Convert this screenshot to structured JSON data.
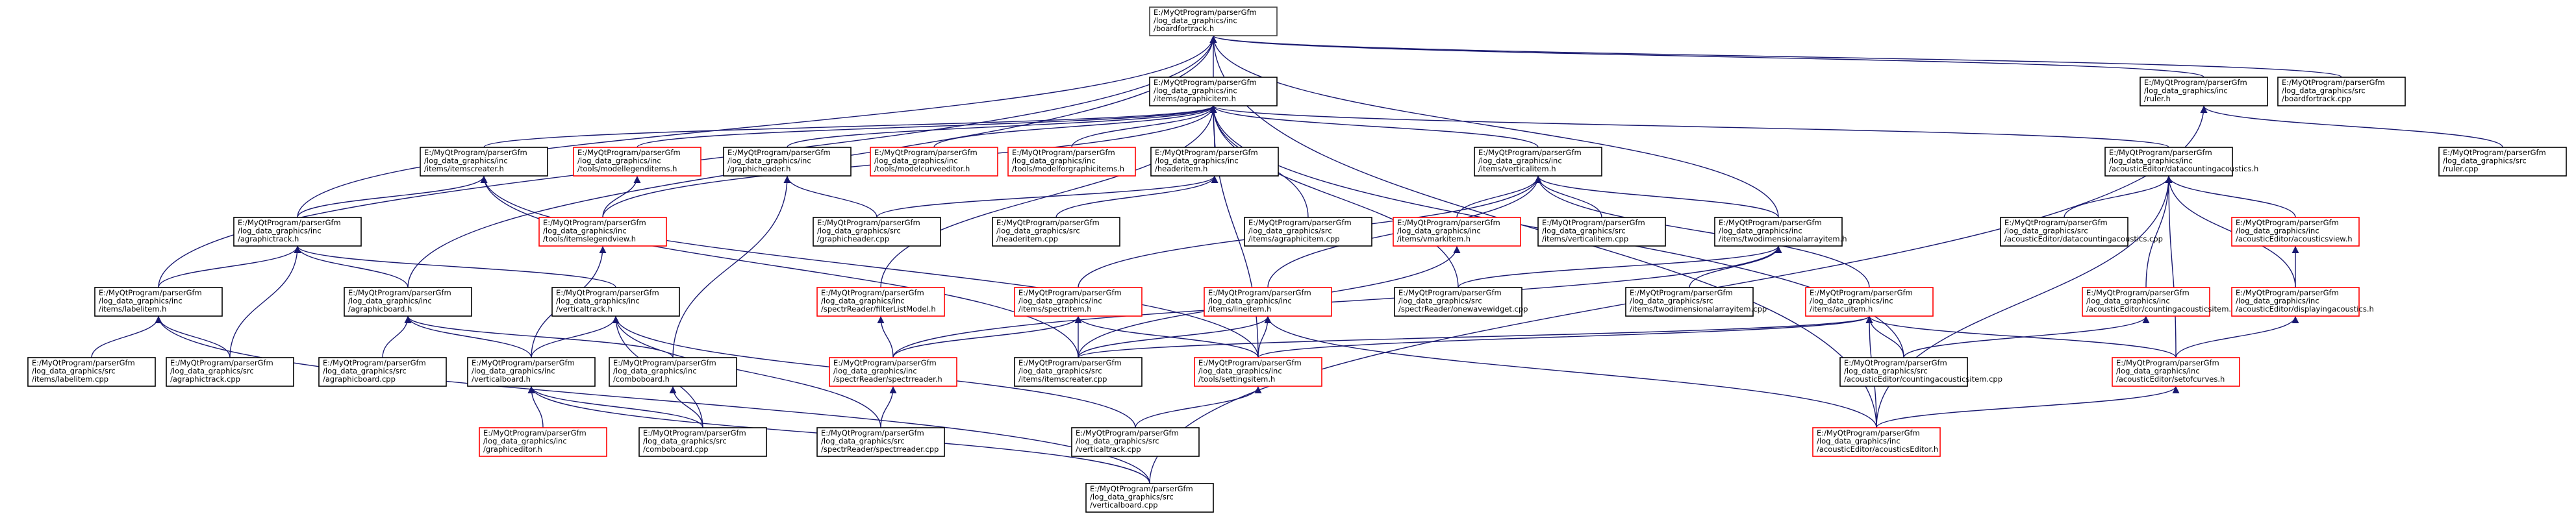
{
  "diagram": {
    "title": "",
    "colors": {
      "root_fill": "#bfbfbf",
      "root_border": "#404040",
      "ok_border": "#000000",
      "incomplete_border": "#ff0000",
      "edge": "#191970"
    },
    "nodes": {
      "board": {
        "lines": [
          "E:/MyQtProgram/parserGfm",
          "/log_data_graphics/inc",
          "/boardfortrack.h"
        ],
        "style": "root"
      },
      "agraphicitem": {
        "lines": [
          "E:/MyQtProgram/parserGfm",
          "/log_data_graphics/inc",
          "/items/agraphicitem.h"
        ],
        "style": "ok"
      },
      "ruler_h": {
        "lines": [
          "E:/MyQtProgram/parserGfm",
          "/log_data_graphics/inc",
          "/ruler.h"
        ],
        "style": "ok"
      },
      "boardfortrack_cpp": {
        "lines": [
          "E:/MyQtProgram/parserGfm",
          "/log_data_graphics/src",
          "/boardfortrack.cpp"
        ],
        "style": "ok"
      },
      "ruler_cpp": {
        "lines": [
          "E:/MyQtProgram/parserGfm",
          "/log_data_graphics/src",
          "/ruler.cpp"
        ],
        "style": "ok"
      },
      "itemscreater_h": {
        "lines": [
          "E:/MyQtProgram/parserGfm",
          "/log_data_graphics/inc",
          "/items/itemscreater.h"
        ],
        "style": "ok"
      },
      "modellegenditems": {
        "lines": [
          "E:/MyQtProgram/parserGfm",
          "/log_data_graphics/inc",
          "/tools/modellegenditems.h"
        ],
        "style": "incomplete"
      },
      "graphicheader_h": {
        "lines": [
          "E:/MyQtProgram/parserGfm",
          "/log_data_graphics/inc",
          "/graphicheader.h"
        ],
        "style": "ok"
      },
      "modelcurveeditor": {
        "lines": [
          "E:/MyQtProgram/parserGfm",
          "/log_data_graphics/inc",
          "/tools/modelcurveeditor.h"
        ],
        "style": "incomplete"
      },
      "modelforgraphicitems": {
        "lines": [
          "E:/MyQtProgram/parserGfm",
          "/log_data_graphics/inc",
          "/tools/modelforgraphicitems.h"
        ],
        "style": "incomplete"
      },
      "headeritem_h": {
        "lines": [
          "E:/MyQtProgram/parserGfm",
          "/log_data_graphics/inc",
          "/headeritem.h"
        ],
        "style": "ok"
      },
      "verticalitem_h": {
        "lines": [
          "E:/MyQtProgram/parserGfm",
          "/log_data_graphics/inc",
          "/items/verticalitem.h"
        ],
        "style": "ok"
      },
      "datacountingacoustics_h": {
        "lines": [
          "E:/MyQtProgram/parserGfm",
          "/log_data_graphics/inc",
          "/acousticEditor/datacountingacoustics.h"
        ],
        "style": "ok"
      },
      "agraphictrack_h": {
        "lines": [
          "E:/MyQtProgram/parserGfm",
          "/log_data_graphics/inc",
          "/agraphictrack.h"
        ],
        "style": "ok"
      },
      "itemslegendview_h": {
        "lines": [
          "E:/MyQtProgram/parserGfm",
          "/log_data_graphics/inc",
          "/tools/itemslegendview.h"
        ],
        "style": "incomplete"
      },
      "graphicheader_cpp": {
        "lines": [
          "E:/MyQtProgram/parserGfm",
          "/log_data_graphics/src",
          "/graphicheader.cpp"
        ],
        "style": "ok"
      },
      "headeritem_cpp": {
        "lines": [
          "E:/MyQtProgram/parserGfm",
          "/log_data_graphics/src",
          "/headeritem.cpp"
        ],
        "style": "ok"
      },
      "agraphicitem_cpp": {
        "lines": [
          "E:/MyQtProgram/parserGfm",
          "/log_data_graphics/src",
          "/items/agraphicitem.cpp"
        ],
        "style": "ok"
      },
      "vmarkitem_h": {
        "lines": [
          "E:/MyQtProgram/parserGfm",
          "/log_data_graphics/inc",
          "/items/vmarkitem.h"
        ],
        "style": "incomplete"
      },
      "verticalitem_cpp": {
        "lines": [
          "E:/MyQtProgram/parserGfm",
          "/log_data_graphics/src",
          "/items/verticalitem.cpp"
        ],
        "style": "ok"
      },
      "twodimensionalarrayitem_h": {
        "lines": [
          "E:/MyQtProgram/parserGfm",
          "/log_data_graphics/inc",
          "/items/twodimensionalarrayitem.h"
        ],
        "style": "ok"
      },
      "datacountingacoustics_cpp": {
        "lines": [
          "E:/MyQtProgram/parserGfm",
          "/log_data_graphics/src",
          "/acousticEditor/datacountingacoustics.cpp"
        ],
        "style": "ok"
      },
      "acousticsview_h": {
        "lines": [
          "E:/MyQtProgram/parserGfm",
          "/log_data_graphics/inc",
          "/acousticEditor/acousticsview.h"
        ],
        "style": "incomplete"
      },
      "labelitem_h": {
        "lines": [
          "E:/MyQtProgram/parserGfm",
          "/log_data_graphics/inc",
          "/items/labelitem.h"
        ],
        "style": "ok"
      },
      "agraphicboard_h": {
        "lines": [
          "E:/MyQtProgram/parserGfm",
          "/log_data_graphics/inc",
          "/agraphicboard.h"
        ],
        "style": "ok"
      },
      "verticaltrack_h": {
        "lines": [
          "E:/MyQtProgram/parserGfm",
          "/log_data_graphics/inc",
          "/verticaltrack.h"
        ],
        "style": "ok"
      },
      "filterlistmodel_h": {
        "lines": [
          "E:/MyQtProgram/parserGfm",
          "/log_data_graphics/inc",
          "/spectrReader/filterListModel.h"
        ],
        "style": "incomplete"
      },
      "spectritem_h": {
        "lines": [
          "E:/MyQtProgram/parserGfm",
          "/log_data_graphics/inc",
          "/items/spectritem.h"
        ],
        "style": "incomplete"
      },
      "lineitem_h": {
        "lines": [
          "E:/MyQtProgram/parserGfm",
          "/log_data_graphics/inc",
          "/items/lineitem.h"
        ],
        "style": "incomplete"
      },
      "onewavewidget_cpp": {
        "lines": [
          "E:/MyQtProgram/parserGfm",
          "/log_data_graphics/src",
          "/spectrReader/onewavewidget.cpp"
        ],
        "style": "ok"
      },
      "twodimensionalarrayitem_cpp": {
        "lines": [
          "E:/MyQtProgram/parserGfm",
          "/log_data_graphics/src",
          "/items/twodimensionalarrayitem.cpp"
        ],
        "style": "ok"
      },
      "acuitem_h": {
        "lines": [
          "E:/MyQtProgram/parserGfm",
          "/log_data_graphics/inc",
          "/items/acuitem.h"
        ],
        "style": "incomplete"
      },
      "countingacousticsitem_h": {
        "lines": [
          "E:/MyQtProgram/parserGfm",
          "/log_data_graphics/inc",
          "/acousticEditor/countingacousticsitem.h"
        ],
        "style": "incomplete"
      },
      "displayingacoustics_h": {
        "lines": [
          "E:/MyQtProgram/parserGfm",
          "/log_data_graphics/inc",
          "/acousticEditor/displayingacoustics.h"
        ],
        "style": "incomplete"
      },
      "labelitem_cpp": {
        "lines": [
          "E:/MyQtProgram/parserGfm",
          "/log_data_graphics/src",
          "/items/labelitem.cpp"
        ],
        "style": "ok"
      },
      "agraphictrack_cpp": {
        "lines": [
          "E:/MyQtProgram/parserGfm",
          "/log_data_graphics/src",
          "/agraphictrack.cpp"
        ],
        "style": "ok"
      },
      "agraphicboard_cpp": {
        "lines": [
          "E:/MyQtProgram/parserGfm",
          "/log_data_graphics/src",
          "/agraphicboard.cpp"
        ],
        "style": "ok"
      },
      "verticalboard_h": {
        "lines": [
          "E:/MyQtProgram/parserGfm",
          "/log_data_graphics/inc",
          "/verticalboard.h"
        ],
        "style": "ok"
      },
      "comboboard_h": {
        "lines": [
          "E:/MyQtProgram/parserGfm",
          "/log_data_graphics/inc",
          "/comboboard.h"
        ],
        "style": "ok"
      },
      "spectrreader_h": {
        "lines": [
          "E:/MyQtProgram/parserGfm",
          "/log_data_graphics/inc",
          "/spectrReader/spectrreader.h"
        ],
        "style": "incomplete"
      },
      "itemscreater_cpp": {
        "lines": [
          "E:/MyQtProgram/parserGfm",
          "/log_data_graphics/src",
          "/items/itemscreater.cpp"
        ],
        "style": "ok"
      },
      "settingsitem_h": {
        "lines": [
          "E:/MyQtProgram/parserGfm",
          "/log_data_graphics/inc",
          "/tools/settingsitem.h"
        ],
        "style": "incomplete"
      },
      "countingacousticsitem_cpp": {
        "lines": [
          "E:/MyQtProgram/parserGfm",
          "/log_data_graphics/src",
          "/acousticEditor/countingacousticsitem.cpp"
        ],
        "style": "ok"
      },
      "setofcurves_h": {
        "lines": [
          "E:/MyQtProgram/parserGfm",
          "/log_data_graphics/inc",
          "/acousticEditor/setofcurves.h"
        ],
        "style": "incomplete"
      },
      "graphiceditor_h": {
        "lines": [
          "E:/MyQtProgram/parserGfm",
          "/log_data_graphics/inc",
          "/graphiceditor.h"
        ],
        "style": "incomplete"
      },
      "comboboard_cpp": {
        "lines": [
          "E:/MyQtProgram/parserGfm",
          "/log_data_graphics/src",
          "/comboboard.cpp"
        ],
        "style": "ok"
      },
      "spectrreader_cpp": {
        "lines": [
          "E:/MyQtProgram/parserGfm",
          "/log_data_graphics/src",
          "/spectrReader/spectrreader.cpp"
        ],
        "style": "ok"
      },
      "verticaltrack_cpp": {
        "lines": [
          "E:/MyQtProgram/parserGfm",
          "/log_data_graphics/src",
          "/verticaltrack.cpp"
        ],
        "style": "ok"
      },
      "acousticseditor_h": {
        "lines": [
          "E:/MyQtProgram/parserGfm",
          "/log_data_graphics/inc",
          "/acousticEditor/acousticsEditor.h"
        ],
        "style": "incomplete"
      },
      "verticalboard_cpp": {
        "lines": [
          "E:/MyQtProgram/parserGfm",
          "/log_data_graphics/src",
          "/verticalboard.cpp"
        ],
        "style": "ok"
      }
    },
    "edges": [
      [
        "agraphicitem",
        "board"
      ],
      [
        "ruler_h",
        "board"
      ],
      [
        "boardfortrack_cpp",
        "board"
      ],
      [
        "agraphictrack_h",
        "board"
      ],
      [
        "labelitem_h",
        "board"
      ],
      [
        "agraphicboard_h",
        "board"
      ],
      [
        "twodimensionalarrayitem_h",
        "board"
      ],
      [
        "acousticseditor_h",
        "board"
      ],
      [
        "ruler_cpp",
        "ruler_h"
      ],
      [
        "verticalboard_cpp",
        "ruler_h"
      ],
      [
        "itemscreater_h",
        "agraphicitem"
      ],
      [
        "modellegenditems",
        "agraphicitem"
      ],
      [
        "graphicheader_h",
        "agraphicitem"
      ],
      [
        "modelcurveeditor",
        "agraphicitem"
      ],
      [
        "modelforgraphicitems",
        "agraphicitem"
      ],
      [
        "headeritem_h",
        "agraphicitem"
      ],
      [
        "verticalitem_h",
        "agraphicitem"
      ],
      [
        "datacountingacoustics_h",
        "agraphicitem"
      ],
      [
        "itemslegendview_h",
        "agraphicitem"
      ],
      [
        "agraphicitem_cpp",
        "agraphicitem"
      ],
      [
        "filterlistmodel_h",
        "agraphicitem"
      ],
      [
        "settingsitem_h",
        "agraphicitem"
      ],
      [
        "onewavewidget_cpp",
        "agraphicitem"
      ],
      [
        "countingacousticsitem_cpp",
        "agraphicitem"
      ],
      [
        "agraphictrack_h",
        "itemscreater_h"
      ],
      [
        "itemscreater_cpp",
        "itemscreater_h"
      ],
      [
        "settingsitem_h",
        "itemscreater_h"
      ],
      [
        "itemslegendview_h",
        "modellegenditems"
      ],
      [
        "graphicheader_cpp",
        "graphicheader_h"
      ],
      [
        "comboboard_h",
        "graphicheader_h"
      ],
      [
        "graphicheader_cpp",
        "headeritem_h"
      ],
      [
        "headeritem_cpp",
        "headeritem_h"
      ],
      [
        "vmarkitem_h",
        "verticalitem_h"
      ],
      [
        "verticalitem_cpp",
        "verticalitem_h"
      ],
      [
        "twodimensionalarrayitem_h",
        "verticalitem_h"
      ],
      [
        "spectritem_h",
        "verticalitem_h"
      ],
      [
        "lineitem_h",
        "verticalitem_h"
      ],
      [
        "acuitem_h",
        "verticalitem_h"
      ],
      [
        "datacountingacoustics_cpp",
        "datacountingacoustics_h"
      ],
      [
        "acousticsview_h",
        "datacountingacoustics_h"
      ],
      [
        "countingacousticsitem_h",
        "datacountingacoustics_h"
      ],
      [
        "displayingacoustics_h",
        "datacountingacoustics_h"
      ],
      [
        "setofcurves_h",
        "datacountingacoustics_h"
      ],
      [
        "acousticseditor_h",
        "datacountingacoustics_h"
      ],
      [
        "labelitem_h",
        "agraphictrack_h"
      ],
      [
        "agraphicboard_h",
        "agraphictrack_h"
      ],
      [
        "verticaltrack_h",
        "agraphictrack_h"
      ],
      [
        "agraphictrack_cpp",
        "agraphictrack_h"
      ],
      [
        "verticalboard_h",
        "itemslegendview_h"
      ],
      [
        "itemscreater_cpp",
        "vmarkitem_h"
      ],
      [
        "twodimensionalarrayitem_cpp",
        "twodimensionalarrayitem_h"
      ],
      [
        "spectrreader_h",
        "twodimensionalarrayitem_h"
      ],
      [
        "onewavewidget_cpp",
        "twodimensionalarrayitem_h"
      ],
      [
        "displayingacoustics_h",
        "acousticsview_h"
      ],
      [
        "labelitem_cpp",
        "labelitem_h"
      ],
      [
        "agraphictrack_cpp",
        "labelitem_h"
      ],
      [
        "verticalboard_cpp",
        "labelitem_h"
      ],
      [
        "agraphicboard_cpp",
        "agraphicboard_h"
      ],
      [
        "verticalboard_h",
        "agraphicboard_h"
      ],
      [
        "comboboard_h",
        "agraphicboard_h"
      ],
      [
        "verticalboard_h",
        "verticaltrack_h"
      ],
      [
        "comboboard_cpp",
        "verticaltrack_h"
      ],
      [
        "spectrreader_cpp",
        "verticaltrack_h"
      ],
      [
        "verticaltrack_cpp",
        "verticaltrack_h"
      ],
      [
        "spectrreader_h",
        "filterlistmodel_h"
      ],
      [
        "spectrreader_h",
        "spectritem_h"
      ],
      [
        "itemscreater_cpp",
        "spectritem_h"
      ],
      [
        "settingsitem_h",
        "spectritem_h"
      ],
      [
        "itemscreater_cpp",
        "lineitem_h"
      ],
      [
        "settingsitem_h",
        "lineitem_h"
      ],
      [
        "acousticseditor_h",
        "lineitem_h"
      ],
      [
        "settingsitem_h",
        "acuitem_h"
      ],
      [
        "countingacousticsitem_cpp",
        "acuitem_h"
      ],
      [
        "setofcurves_h",
        "acuitem_h"
      ],
      [
        "acousticseditor_h",
        "acuitem_h"
      ],
      [
        "itemscreater_cpp",
        "acuitem_h"
      ],
      [
        "countingacousticsitem_cpp",
        "countingacousticsitem_h"
      ],
      [
        "setofcurves_h",
        "displayingacoustics_h"
      ],
      [
        "acousticseditor_h",
        "setofcurves_h"
      ],
      [
        "graphiceditor_h",
        "verticalboard_h"
      ],
      [
        "comboboard_cpp",
        "verticalboard_h"
      ],
      [
        "verticalboard_cpp",
        "verticalboard_h"
      ],
      [
        "comboboard_cpp",
        "comboboard_h"
      ],
      [
        "spectrreader_cpp",
        "spectrreader_h"
      ],
      [
        "verticaltrack_cpp",
        "settingsitem_h"
      ]
    ]
  }
}
